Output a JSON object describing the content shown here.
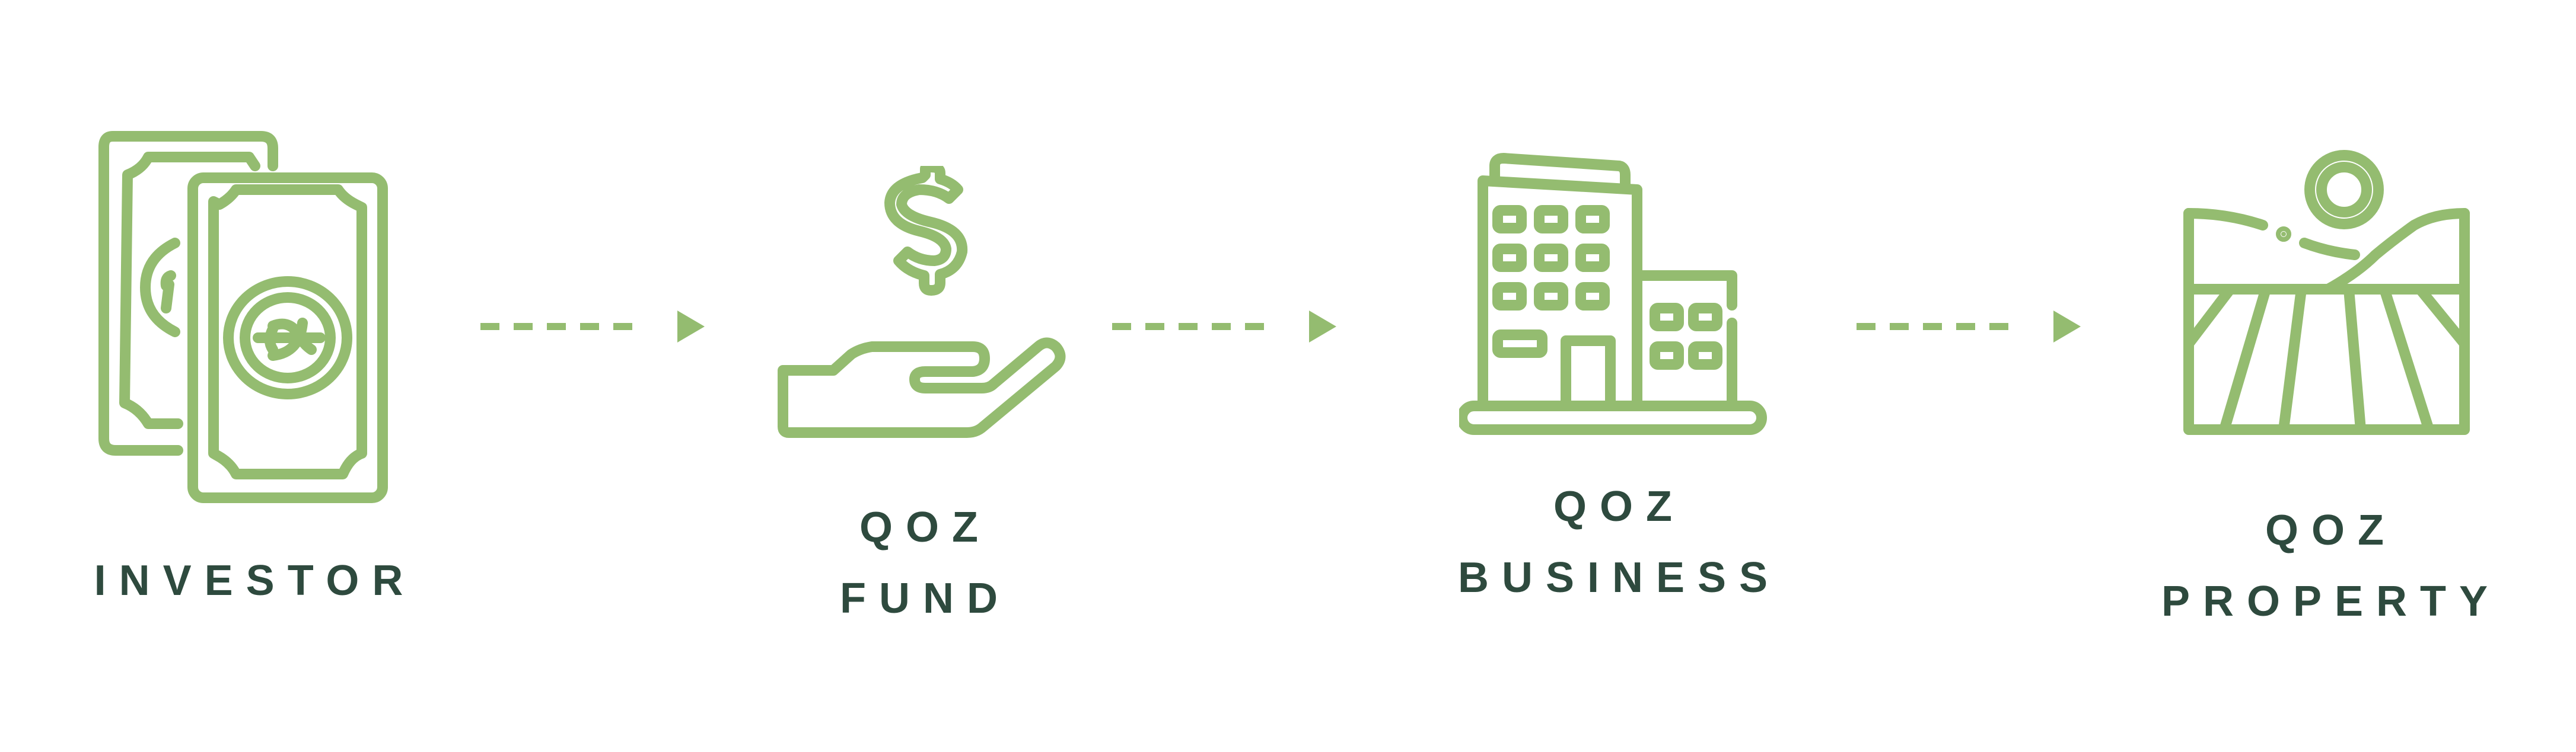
{
  "colors": {
    "icon_green": "#94bc70",
    "label_dark": "#2e4a3e"
  },
  "steps": [
    {
      "icon": "money-bills-icon",
      "lines": [
        "INVESTOR"
      ]
    },
    {
      "icon": "hand-dollar-icon",
      "lines": [
        "QOZ",
        "FUND"
      ]
    },
    {
      "icon": "buildings-icon",
      "lines": [
        "QOZ",
        "BUSINESS"
      ]
    },
    {
      "icon": "land-sun-icon",
      "lines": [
        "QOZ",
        "PROPERTY"
      ]
    }
  ],
  "connectors": [
    "dashed-arrow",
    "dashed-arrow",
    "dashed-arrow"
  ]
}
